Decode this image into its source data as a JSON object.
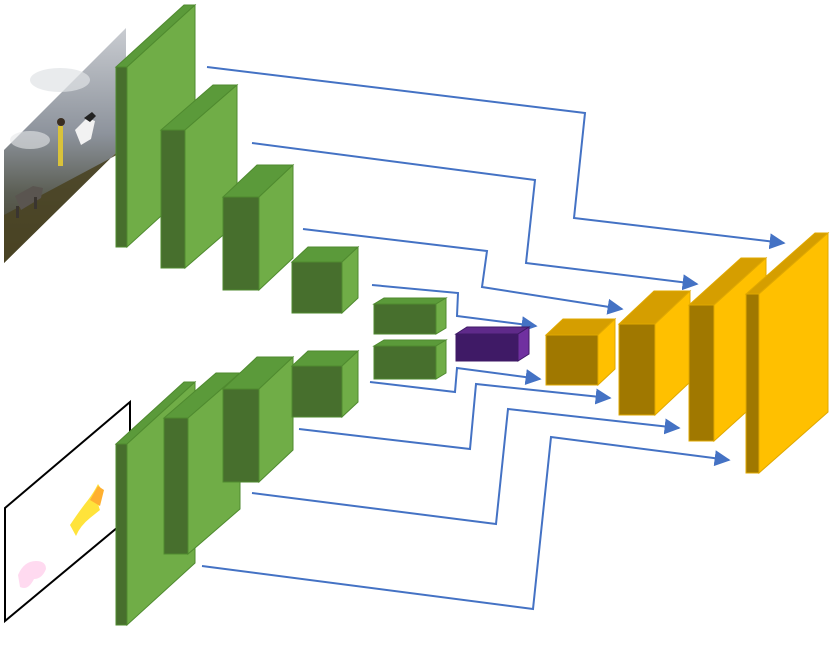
{
  "diagram": {
    "colors": {
      "encoder_front": "#70ad47",
      "encoder_top": "#5b9a3a",
      "encoder_side": "#476f2d",
      "encoder_stroke": "#4f8a2f",
      "bottleneck_front": "#7030a0",
      "bottleneck_top": "#5f2a8a",
      "bottleneck_side": "#3f1a66",
      "decoder_front": "#ffc000",
      "decoder_top": "#d59e00",
      "decoder_side": "#a07800",
      "decoder_stroke": "#e0a800",
      "connection": "#4472c4"
    },
    "inputs": [
      {
        "name": "rgb-photo",
        "content": "photo"
      },
      {
        "name": "segmentation-mask",
        "content": "mask"
      }
    ]
  }
}
